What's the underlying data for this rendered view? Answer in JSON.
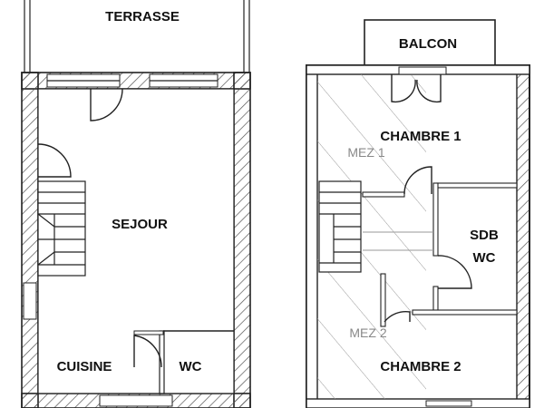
{
  "left_floor": {
    "terrace_label": "TERRASSE",
    "rooms": {
      "sejour": "SEJOUR",
      "cuisine": "CUISINE",
      "wc": "WC"
    }
  },
  "right_floor": {
    "balcony_label": "BALCON",
    "rooms": {
      "chambre1": "CHAMBRE 1",
      "chambre2": "CHAMBRE 2",
      "sdb_line1": "SDB",
      "sdb_line2": "WC"
    },
    "mezzanines": {
      "mez1": "MEZ 1",
      "mez2": "MEZ 2"
    }
  },
  "colors": {
    "wall_stroke": "#222222",
    "hatch": "#555555",
    "mez_label": "#888888"
  }
}
